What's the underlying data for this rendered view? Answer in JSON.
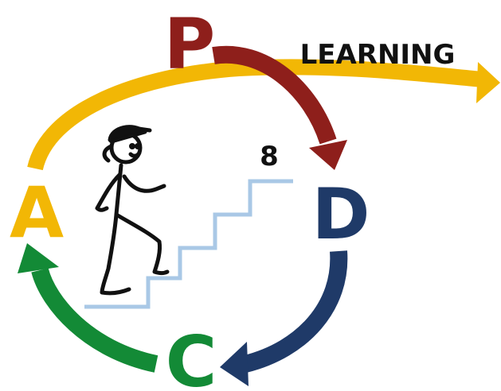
{
  "cycle": {
    "plan_letter": "P",
    "do_letter": "D",
    "check_letter": "C",
    "act_letter": "A"
  },
  "learning_label": "LEARNING",
  "step_number": "8",
  "colors": {
    "plan": "#8e1f1b",
    "do": "#1f3a68",
    "check": "#138a36",
    "act": "#f2b705",
    "stairs": "#a9c8e6",
    "ink": "#111111"
  },
  "icons": {
    "walker": "stick-figure-climbing-icon",
    "stairs": "staircase-icon"
  }
}
